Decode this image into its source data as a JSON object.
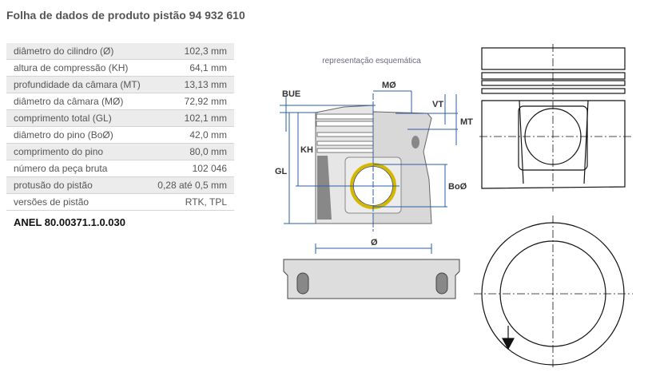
{
  "title": "Folha de dados de produto pistão 94 932 610",
  "specs": [
    {
      "label": "diâmetro do cilindro (Ø)",
      "value": "102,3 mm"
    },
    {
      "label": "altura de compressão (KH)",
      "value": "64,1 mm"
    },
    {
      "label": "profundidade da câmara (MT)",
      "value": "13,13 mm"
    },
    {
      "label": "diâmetro da câmara (MØ)",
      "value": "72,92 mm"
    },
    {
      "label": "comprimento total (GL)",
      "value": "102,1 mm"
    },
    {
      "label": "diâmetro do pino (BoØ)",
      "value": "42,0 mm"
    },
    {
      "label": "comprimento do pino",
      "value": "80,0 mm"
    },
    {
      "label": "número da peça bruta",
      "value": "102 046"
    },
    {
      "label": "protusão do pistão",
      "value": "0,28 até 0,5 mm"
    },
    {
      "label": "versões de pistão",
      "value": "RTK, TPL"
    }
  ],
  "ring_note": "ANEL 80.00371.1.0.030",
  "diagram": {
    "caption": "representação esquemática",
    "labels": {
      "bue": "BUE",
      "mo": "MØ",
      "vt": "VT",
      "mt": "MT",
      "kh": "KH",
      "gl": "GL",
      "boo": "BoØ",
      "diam": "Ø"
    },
    "accent": "#2a5fa0",
    "pin_color": "#d4b800"
  }
}
